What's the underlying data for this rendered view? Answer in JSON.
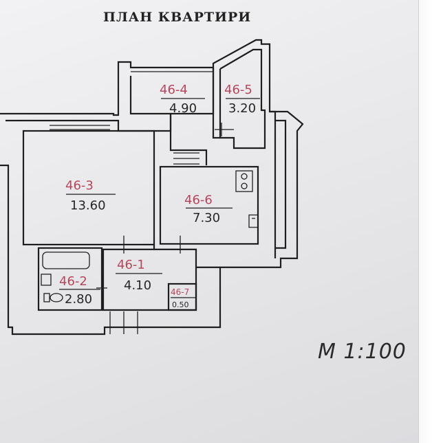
{
  "title": "ПЛАН КВАРТИРИ",
  "scale": "М 1:100",
  "rooms": [
    {
      "code": "46-1",
      "area": "4.10"
    },
    {
      "code": "46-2",
      "area": "2.80"
    },
    {
      "code": "46-3",
      "area": "13.60"
    },
    {
      "code": "46-4",
      "area": "4.90"
    },
    {
      "code": "46-5",
      "area": "3.20"
    },
    {
      "code": "46-6",
      "area": "7.30"
    },
    {
      "code": "46-7",
      "area": "0.50"
    }
  ],
  "colors": {
    "ink": "#1e1e1e",
    "room_code": "#b5475d",
    "paper": "#ececee"
  }
}
